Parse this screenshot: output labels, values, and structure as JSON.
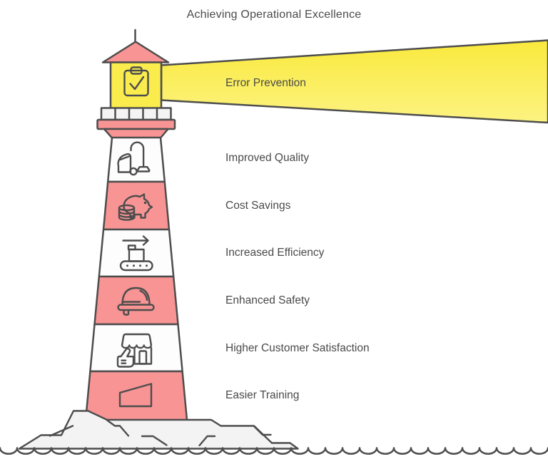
{
  "title": "Achieving Operational Excellence",
  "beam": {
    "label": "Error Prevention",
    "icon": "clipboard-check-icon"
  },
  "benefits": [
    {
      "label": "Improved Quality",
      "icon": "vacuum-cleaner-icon",
      "stripe_color": "white"
    },
    {
      "label": "Cost Savings",
      "icon": "piggy-bank-coins-icon",
      "stripe_color": "pink"
    },
    {
      "label": "Increased Efficiency",
      "icon": "conveyor-belt-icon",
      "stripe_color": "white"
    },
    {
      "label": "Enhanced Safety",
      "icon": "safety-helmet-icon",
      "stripe_color": "pink"
    },
    {
      "label": "Higher Customer Satisfaction",
      "icon": "storefront-thumbs-up-icon",
      "stripe_color": "white"
    },
    {
      "label": "Easier Training",
      "icon": "wedge-ramp-icon",
      "stripe_color": "pink"
    }
  ],
  "colors": {
    "pink": "#F99494",
    "yellow": "#FBEC4E",
    "beam_top": "#FAE93C",
    "beam_bottom": "#FCF382",
    "outline": "#4D4D4D",
    "text": "#4A4A4A",
    "rock": "#F3F3F3",
    "white_stripe": "#FDFDFD"
  }
}
